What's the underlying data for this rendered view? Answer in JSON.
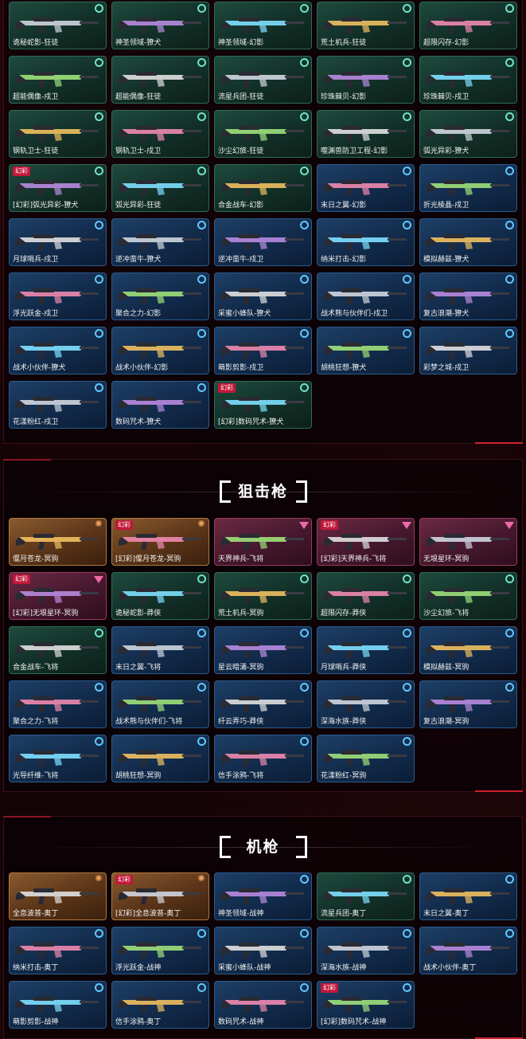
{
  "sections": [
    {
      "id": "rifles",
      "title": "",
      "cards": [
        {
          "label": "诡秘蛇影-狂徒",
          "rarity": "green",
          "badge": "ring"
        },
        {
          "label": "神圣领域-獠犬",
          "rarity": "green",
          "badge": "ring"
        },
        {
          "label": "神圣领域-幻影",
          "rarity": "green",
          "badge": "ring"
        },
        {
          "label": "荒土机兵-狂徒",
          "rarity": "green",
          "badge": "ring"
        },
        {
          "label": "超限闪存-幻影",
          "rarity": "green",
          "badge": "ring"
        },
        {
          "label": "超能偶像-戍卫",
          "rarity": "green",
          "badge": "ring"
        },
        {
          "label": "超能偶像-狂徒",
          "rarity": "green",
          "badge": "ring"
        },
        {
          "label": "流星兵团-狂徒",
          "rarity": "green",
          "badge": "ring"
        },
        {
          "label": "珍珠棘贝-幻影",
          "rarity": "green",
          "badge": "ring"
        },
        {
          "label": "珍珠棘贝-戍卫",
          "rarity": "green",
          "badge": "ring"
        },
        {
          "label": "钢轨卫士-狂徒",
          "rarity": "green",
          "badge": "ring"
        },
        {
          "label": "钢轨卫士-戍卫",
          "rarity": "green",
          "badge": "ring"
        },
        {
          "label": "沙尘幻旅-狂徒",
          "rarity": "green",
          "badge": "ring"
        },
        {
          "label": "噬渊兽防卫工程-幻影",
          "rarity": "green",
          "badge": "ring"
        },
        {
          "label": "弧光异彩-獠犬",
          "rarity": "green",
          "badge": "ring"
        },
        {
          "label": "[幻彩]弧光异彩-獠犬",
          "rarity": "green",
          "badge": "ring",
          "tag": "幻彩"
        },
        {
          "label": "弧光异彩-狂徒",
          "rarity": "green",
          "badge": "ring"
        },
        {
          "label": "合金战车-幻影",
          "rarity": "green",
          "badge": "ring"
        },
        {
          "label": "末日之翼-幻影",
          "rarity": "blue",
          "badge": "ring"
        },
        {
          "label": "折光棱晶-戍卫",
          "rarity": "blue",
          "badge": "ring"
        },
        {
          "label": "月球哨兵-戍卫",
          "rarity": "blue",
          "badge": "ring"
        },
        {
          "label": "逆冲蛮牛-獠犬",
          "rarity": "blue",
          "badge": "ring"
        },
        {
          "label": "逆冲蛮牛-戍卫",
          "rarity": "blue",
          "badge": "ring"
        },
        {
          "label": "纳米打击-幻影",
          "rarity": "blue",
          "badge": "ring"
        },
        {
          "label": "模拟赫兹-獠犬",
          "rarity": "blue",
          "badge": "ring"
        },
        {
          "label": "浮光跃金-戍卫",
          "rarity": "blue",
          "badge": "ring"
        },
        {
          "label": "聚合之力-幻影",
          "rarity": "blue",
          "badge": "ring"
        },
        {
          "label": "采蜜小蜂队-獠犬",
          "rarity": "blue",
          "badge": "ring"
        },
        {
          "label": "战术熊与伙伴们-戍卫",
          "rarity": "blue",
          "badge": "ring"
        },
        {
          "label": "复古浪潮-獠犬",
          "rarity": "blue",
          "badge": "ring"
        },
        {
          "label": "战术小伙伴-獠犬",
          "rarity": "blue",
          "badge": "ring"
        },
        {
          "label": "战术小伙伴-幻影",
          "rarity": "blue",
          "badge": "ring"
        },
        {
          "label": "萌影剪影-戍卫",
          "rarity": "blue",
          "badge": "ring"
        },
        {
          "label": "胡桃狂想-獠犬",
          "rarity": "blue",
          "badge": "ring"
        },
        {
          "label": "彩梦之城-戍卫",
          "rarity": "blue",
          "badge": "ring"
        },
        {
          "label": "花漾粉红-戍卫",
          "rarity": "blue",
          "badge": "ring"
        },
        {
          "label": "数码咒术-獠犬",
          "rarity": "blue",
          "badge": "ring"
        },
        {
          "label": "[幻彩]数码咒术-獠犬",
          "rarity": "green",
          "badge": "ring",
          "tag": "幻彩"
        }
      ]
    },
    {
      "id": "snipers",
      "title": "狙击枪",
      "cards": [
        {
          "label": "偃月苍龙-冥驹",
          "rarity": "orange",
          "badge": "sun"
        },
        {
          "label": "[幻彩]偃月苍龙-冥驹",
          "rarity": "orange",
          "badge": "sun",
          "tag": "幻彩"
        },
        {
          "label": "天界神兵-飞将",
          "rarity": "pink",
          "badge": "tri"
        },
        {
          "label": "[幻彩]天界神兵-飞将",
          "rarity": "pink",
          "badge": "tri",
          "tag": "幻彩"
        },
        {
          "label": "无垠星环-冥驹",
          "rarity": "pink",
          "badge": "tri"
        },
        {
          "label": "[幻彩]无垠星环-冥驹",
          "rarity": "pink",
          "badge": "tri",
          "tag": "幻彩"
        },
        {
          "label": "诡秘蛇影-莽侠",
          "rarity": "green",
          "badge": "ring"
        },
        {
          "label": "荒土机兵-冥驹",
          "rarity": "green",
          "badge": "ring"
        },
        {
          "label": "超限闪存-莽侠",
          "rarity": "green",
          "badge": "ring"
        },
        {
          "label": "沙尘幻旅-飞将",
          "rarity": "green",
          "badge": "ring"
        },
        {
          "label": "合金战车-飞将",
          "rarity": "green",
          "badge": "ring"
        },
        {
          "label": "末日之翼-飞将",
          "rarity": "blue",
          "badge": "ring"
        },
        {
          "label": "星云暗涌-冥驹",
          "rarity": "blue",
          "badge": "ring"
        },
        {
          "label": "月球哨兵-莽侠",
          "rarity": "blue",
          "badge": "ring"
        },
        {
          "label": "模拟赫兹-冥驹",
          "rarity": "blue",
          "badge": "ring"
        },
        {
          "label": "聚合之力-飞将",
          "rarity": "blue",
          "badge": "ring"
        },
        {
          "label": "战术熊与伙伴们-飞将",
          "rarity": "blue",
          "badge": "ring"
        },
        {
          "label": "纤云弄巧-莽侠",
          "rarity": "blue",
          "badge": "ring"
        },
        {
          "label": "深海水族-莽侠",
          "rarity": "blue",
          "badge": "ring"
        },
        {
          "label": "复古浪潮-冥驹",
          "rarity": "blue",
          "badge": "ring"
        },
        {
          "label": "光导纤维-飞将",
          "rarity": "blue",
          "badge": "ring"
        },
        {
          "label": "胡桃狂想-冥驹",
          "rarity": "blue",
          "badge": "ring"
        },
        {
          "label": "信手涂鸦-飞将",
          "rarity": "blue",
          "badge": "ring"
        },
        {
          "label": "花漾粉红-冥驹",
          "rarity": "blue",
          "badge": "ring"
        }
      ]
    },
    {
      "id": "machineguns",
      "title": "机枪",
      "cards": [
        {
          "label": "全息波普-奥丁",
          "rarity": "orange",
          "badge": "sun"
        },
        {
          "label": "[幻彩]全息波普-奥丁",
          "rarity": "orange",
          "badge": "sun",
          "tag": "幻彩"
        },
        {
          "label": "神圣领域-战神",
          "rarity": "blue",
          "badge": "ring"
        },
        {
          "label": "流星兵团-奥丁",
          "rarity": "green",
          "badge": "ring"
        },
        {
          "label": "末日之翼-奥丁",
          "rarity": "blue",
          "badge": "ring"
        },
        {
          "label": "纳米打击-奥丁",
          "rarity": "blue",
          "badge": "ring"
        },
        {
          "label": "浮光跃金-战神",
          "rarity": "blue",
          "badge": "ring"
        },
        {
          "label": "采蜜小蜂队-战神",
          "rarity": "blue",
          "badge": "ring"
        },
        {
          "label": "深海水族-战神",
          "rarity": "blue",
          "badge": "ring"
        },
        {
          "label": "战术小伙伴-奥丁",
          "rarity": "blue",
          "badge": "ring"
        },
        {
          "label": "萌影剪影-战神",
          "rarity": "blue",
          "badge": "ring"
        },
        {
          "label": "信手涂鸦-奥丁",
          "rarity": "blue",
          "badge": "ring"
        },
        {
          "label": "数码咒术-战神",
          "rarity": "blue",
          "badge": "ring"
        },
        {
          "label": "[幻彩]数码咒术-战神",
          "rarity": "blue",
          "badge": "ring",
          "tag": "幻彩"
        }
      ]
    }
  ],
  "colors": {
    "accent": "#d02030",
    "green_badge": "#6fe4c8",
    "blue_badge": "#5fc8ff",
    "pink_badge": "#f06aa8",
    "orange_badge": "#f0a060"
  }
}
